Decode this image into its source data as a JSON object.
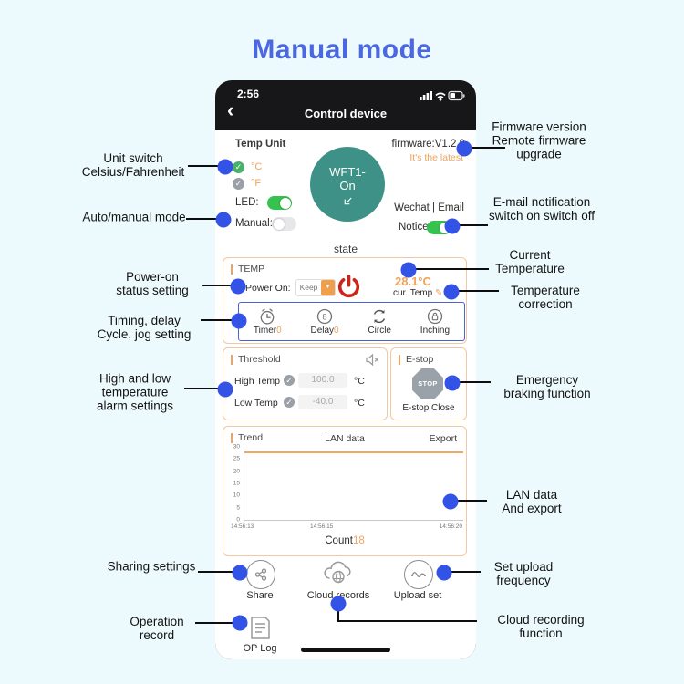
{
  "title": "Manual mode",
  "colors": {
    "background": "#edfafd",
    "accent_blue": "#4b68e0",
    "callout_dot": "#3353e6",
    "orange": "#f0a35c",
    "teal_button": "#3e9186",
    "toggle_green": "#35c24e",
    "power_red": "#cc2418",
    "orange_box_border": "#f2c8a0",
    "blue_box_border": "#4a63d8"
  },
  "icons": {
    "check": "✓",
    "dropdown_arrow": "▼",
    "back_chevron": "‹",
    "pencil": "✎"
  },
  "phone": {
    "status": {
      "time": "2:56"
    },
    "nav": {
      "title": "Control device"
    },
    "top": {
      "temp_unit_label": "Temp Unit",
      "celsius_label": "°C",
      "fahrenheit_label": "°F",
      "led_label": "LED:",
      "manual_label": "Manual:",
      "device_name": "WFT1-",
      "device_state": "On",
      "firmware": "firmware:V1.2.9",
      "firmware_status": "It's the latest",
      "notify_channels": "Wechat | Email",
      "notice_label": "Notice"
    },
    "state_label": "state",
    "temp_section": {
      "title": "TEMP",
      "power_on_label": "Power On:",
      "power_on_value": "Keep",
      "current_temp": "28.1°C",
      "current_temp_label": "cur. Temp",
      "modes": [
        {
          "label": "Timer",
          "value": "0"
        },
        {
          "label": "Delay",
          "value": "0"
        },
        {
          "label": "Circle",
          "value": ""
        },
        {
          "label": "Inching",
          "value": ""
        }
      ]
    },
    "threshold_section": {
      "title": "Threshold",
      "high_label": "High Temp",
      "high_value": "100.0",
      "high_unit": "°C",
      "low_label": "Low Temp",
      "low_value": "-40.0",
      "low_unit": "°C"
    },
    "estop_section": {
      "title": "E-stop",
      "stop_text": "STOP",
      "caption": "E-stop Close"
    },
    "trend_section": {
      "title": "Trend",
      "center_label": "LAN data",
      "export_label": "Export",
      "count_label": "Count",
      "count_value": "18",
      "chart": {
        "type": "line",
        "y_ticks": [
          "30",
          "25",
          "20",
          "15",
          "10",
          "5",
          "0"
        ],
        "x_ticks": [
          "14:56:13",
          "14:56:15",
          "14:56:20"
        ],
        "ylim": [
          0,
          30
        ],
        "series": [
          {
            "name": "temperature",
            "value": 28.1
          }
        ]
      }
    },
    "actions": [
      {
        "label": "Share"
      },
      {
        "label": "Cloud records"
      },
      {
        "label": "Upload set"
      }
    ],
    "oplog_label": "OP Log"
  },
  "annotations": {
    "left": [
      {
        "text": "Unit switch\nCelsius/Fahrenheit"
      },
      {
        "text": "Auto/manual mode"
      },
      {
        "text": "Power-on\nstatus setting"
      },
      {
        "text": "Timing, delay\nCycle, jog setting"
      },
      {
        "text": "High and low\ntemperature\nalarm settings"
      },
      {
        "text": "Sharing settings"
      },
      {
        "text": "Operation\nrecord"
      }
    ],
    "right": [
      {
        "text": "Firmware version\nRemote firmware\nupgrade"
      },
      {
        "text": "E-mail notification\nswitch on switch off"
      },
      {
        "text": "Current\nTemperature"
      },
      {
        "text": "Temperature\ncorrection"
      },
      {
        "text": "Emergency\nbraking function"
      },
      {
        "text": "LAN data\nAnd export"
      },
      {
        "text": "Set upload\nfrequency"
      },
      {
        "text": "Cloud recording\nfunction"
      }
    ]
  }
}
